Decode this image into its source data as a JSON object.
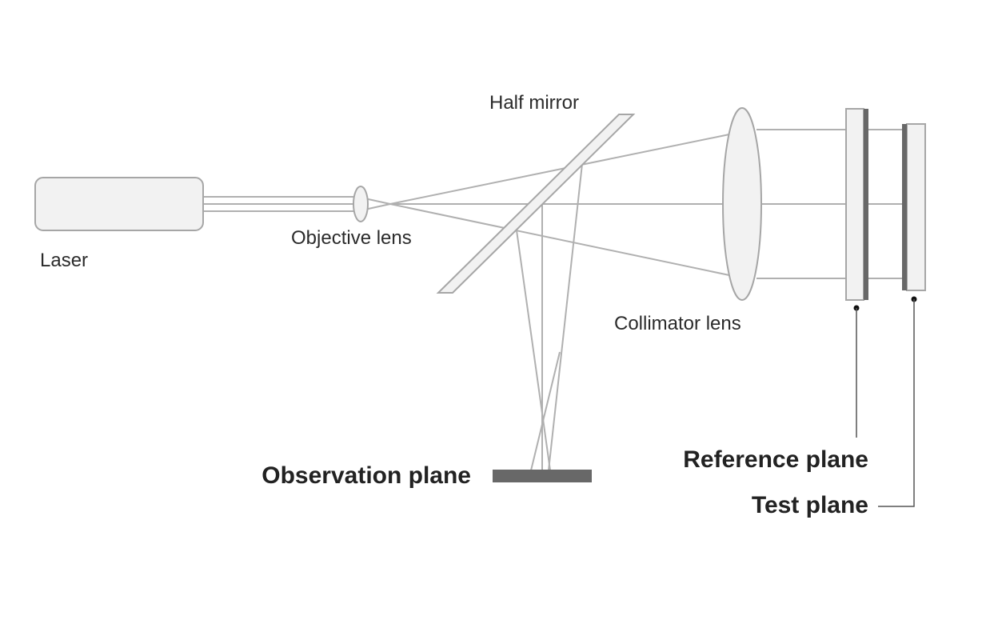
{
  "labels": {
    "laser": "Laser",
    "objective_lens": "Objective lens",
    "half_mirror": "Half mirror",
    "collimator_lens": "Collimator lens",
    "observation_plane": "Observation plane",
    "reference_plane": "Reference plane",
    "test_plane": "Test plane"
  },
  "colors": {
    "beam": "#b0b0b0",
    "optic_fill": "#f2f2f2",
    "optic_stroke": "#a6a6a6",
    "plane_dark": "#686868",
    "text": "#2b2b2b"
  }
}
